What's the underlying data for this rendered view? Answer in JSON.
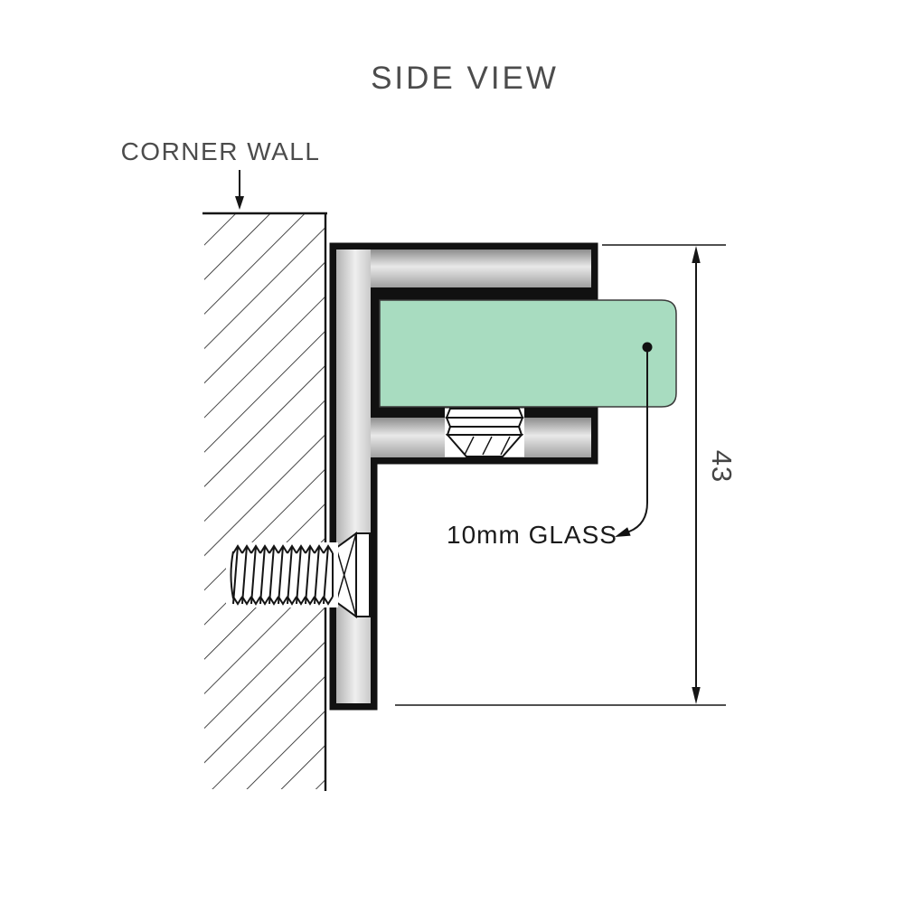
{
  "diagram": {
    "title": "SIDE VIEW",
    "labels": {
      "wall": "CORNER WALL",
      "glass": "10mm GLASS"
    },
    "dimension": {
      "value": "43"
    },
    "colors": {
      "glass_green": "#a8dcc0",
      "outline_black": "#121212",
      "label_gray": "#4c4c4c",
      "metal_light": "#ededed",
      "metal_dark": "#8c8c8c"
    }
  }
}
